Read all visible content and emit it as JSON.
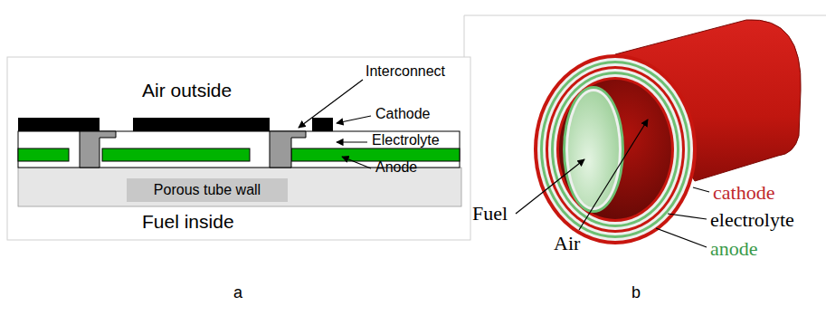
{
  "diagram": {
    "nodes": [
      {
        "text": [
          "Porous tube wall"
        ]
      }
    ],
    "labels": [
      "Air outside",
      "Interconnect",
      "Cathode",
      "Electrolyte",
      "Anode",
      "Fuel inside",
      "Fuel",
      "Air",
      "cathode",
      "electrolyte",
      "anode",
      "a",
      "b"
    ]
  }
}
